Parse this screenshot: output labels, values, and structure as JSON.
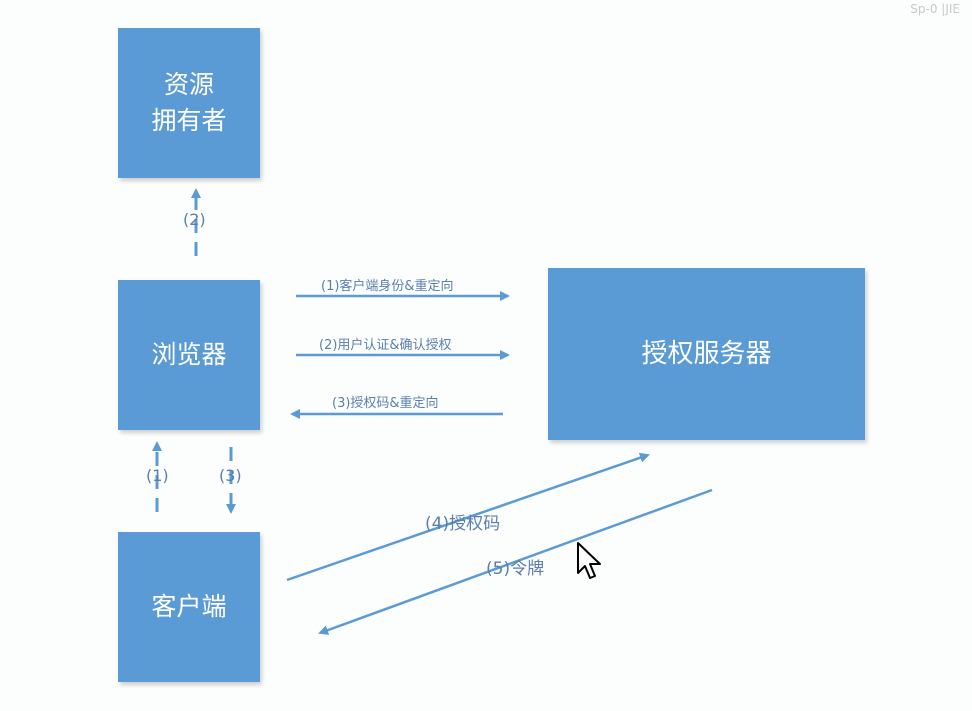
{
  "watermark": "Sp-0 |JIE",
  "nodes": {
    "resource_owner": "资源\n拥有者",
    "browser": "浏览器",
    "client": "客户端",
    "auth_server": "授权服务器"
  },
  "edges": {
    "browser_to_owner": "(2)",
    "client_to_browser": "(1)",
    "browser_to_client": "(3)",
    "step1": "(1)客户端身份&重定向",
    "step2": "(2)用户认证&确认授权",
    "step3": "(3)授权码&重定向",
    "step4": "(4)授权码",
    "step5": "(5)令牌"
  },
  "colors": {
    "box_fill": "#5b9bd5",
    "arrow": "#5b9bd5",
    "label": "#5a7fae"
  }
}
